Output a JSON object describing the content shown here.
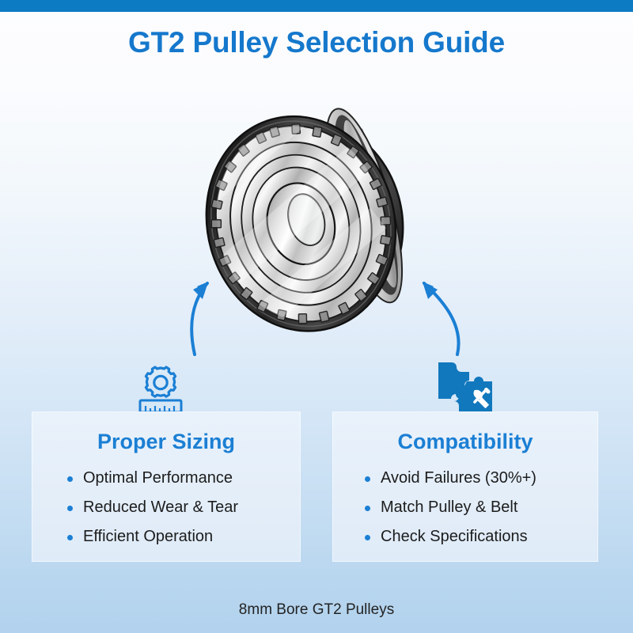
{
  "header": {
    "title": "GT2 Pulley Selection Guide",
    "accent_color": "#0d7ac4",
    "title_color": "#1578cc"
  },
  "hero": {
    "illustration_name": "gt2-timing-pulley-3d",
    "description": "3D rendering of a GT2 timing pulley with dark outer flange and toothed metallic face with central bore"
  },
  "arrows": {
    "left_arrow_name": "curved-arrow-left-to-pulley",
    "right_arrow_name": "curved-arrow-right-to-pulley",
    "color": "#1b7fd4"
  },
  "cards": [
    {
      "icon": "gear-ruler-icon",
      "title": "Proper Sizing",
      "bullets": [
        "Optimal Performance",
        "Reduced Wear & Tear",
        "Efficient Operation"
      ]
    },
    {
      "icon": "puzzle-wrench-icon",
      "title": "Compatibility",
      "bullets": [
        "Avoid Failures (30%+)",
        "Match Pulley & Belt",
        "Check Specifications"
      ]
    }
  ],
  "footer": {
    "caption": "8mm Bore GT2 Pulleys"
  },
  "theme": {
    "background_top": "#fdfdfe",
    "background_bottom": "#b2d2ed",
    "card_background": "#e6f0fa",
    "heading_blue": "#1b7fd4",
    "body_text": "#1c1c1c"
  }
}
